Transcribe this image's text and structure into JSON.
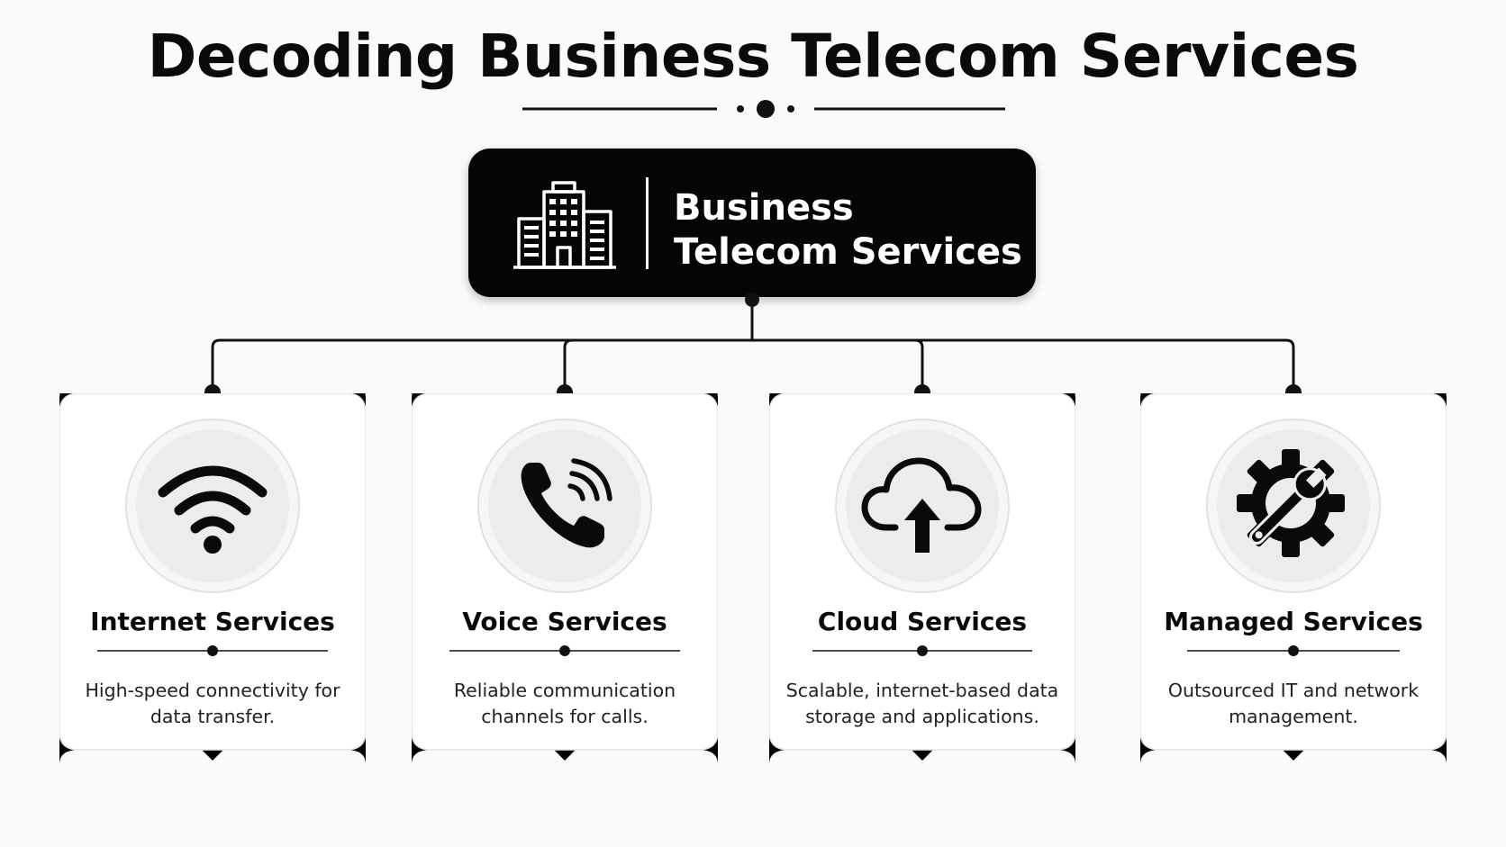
{
  "title": "Decoding Business Telecom Services",
  "root": {
    "label": "Business Telecom Services",
    "icon": "office-building-icon"
  },
  "services": [
    {
      "title": "Internet Services",
      "description": "High-speed connectivity for data transfer.",
      "icon": "wifi-icon"
    },
    {
      "title": "Voice Services",
      "description": "Reliable communication channels for calls.",
      "icon": "phone-ringing-icon"
    },
    {
      "title": "Cloud Services",
      "description": "Scalable, internet-based data storage and applications.",
      "icon": "cloud-upload-icon"
    },
    {
      "title": "Managed Services",
      "description": "Outsourced IT and network management.",
      "icon": "gear-wrench-icon"
    }
  ],
  "colors": {
    "primary": "#050505",
    "background": "#fafafa",
    "card": "#ffffff",
    "icon_circle": "#ececec"
  }
}
